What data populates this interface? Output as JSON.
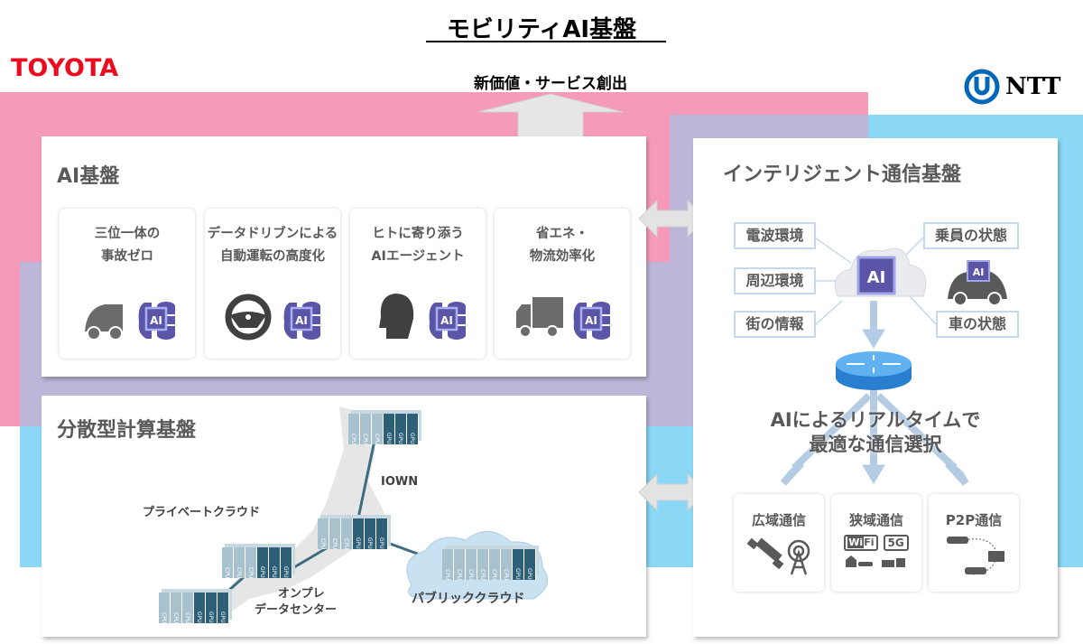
{
  "title": "モビリティAI基盤",
  "logos": {
    "left": "TOYOTA",
    "right": "NTT"
  },
  "colors": {
    "toyota": "#eb0a1e",
    "ntt": "#0068b7",
    "pink": "#f59bb9",
    "lavender": "#bdb6d8",
    "cyan": "#8ad8f5"
  },
  "top_output": "新価値・サービス創出",
  "ai_platform": {
    "title": "AI基盤",
    "cards": [
      {
        "line1": "三位一体の",
        "line2": "事故ゼロ",
        "icon": "car-icon"
      },
      {
        "line1": "データドリブンによる",
        "line2": "自動運転の高度化",
        "icon": "steering-wheel-icon"
      },
      {
        "line1": "ヒトに寄り添う",
        "line2": "AIエージェント",
        "icon": "human-head-icon"
      },
      {
        "line1": "省エネ・",
        "line2": "物流効率化",
        "icon": "truck-icon"
      }
    ],
    "chip_label": "AI"
  },
  "distributed": {
    "title": "分散型計算基盤",
    "labels": {
      "iown": "IOWN",
      "private": "プライベートクラウド",
      "onprem1": "オンプレ",
      "onprem2": "データセンター",
      "public": "パブリッククラウド"
    },
    "cpu": "CPU",
    "gpu": "GPU"
  },
  "intelligent": {
    "title": "インテリジェント通信基盤",
    "inputs_left": [
      "電波環境",
      "周辺環境",
      "街の情報"
    ],
    "inputs_right": [
      "乗員の状態",
      "車の状態"
    ],
    "chip_label": "AI",
    "message_line1": "AIによるリアルタイムで",
    "message_line2": "最適な通信選択",
    "options": [
      {
        "label": "広域通信",
        "icon": "satellite-antenna-icon"
      },
      {
        "label": "狭域通信",
        "icon": "wifi-5g-icon",
        "badges": [
          "Wi",
          "Fi",
          "5G"
        ]
      },
      {
        "label": "P2P通信",
        "icon": "vehicle-p2p-icon"
      }
    ]
  }
}
